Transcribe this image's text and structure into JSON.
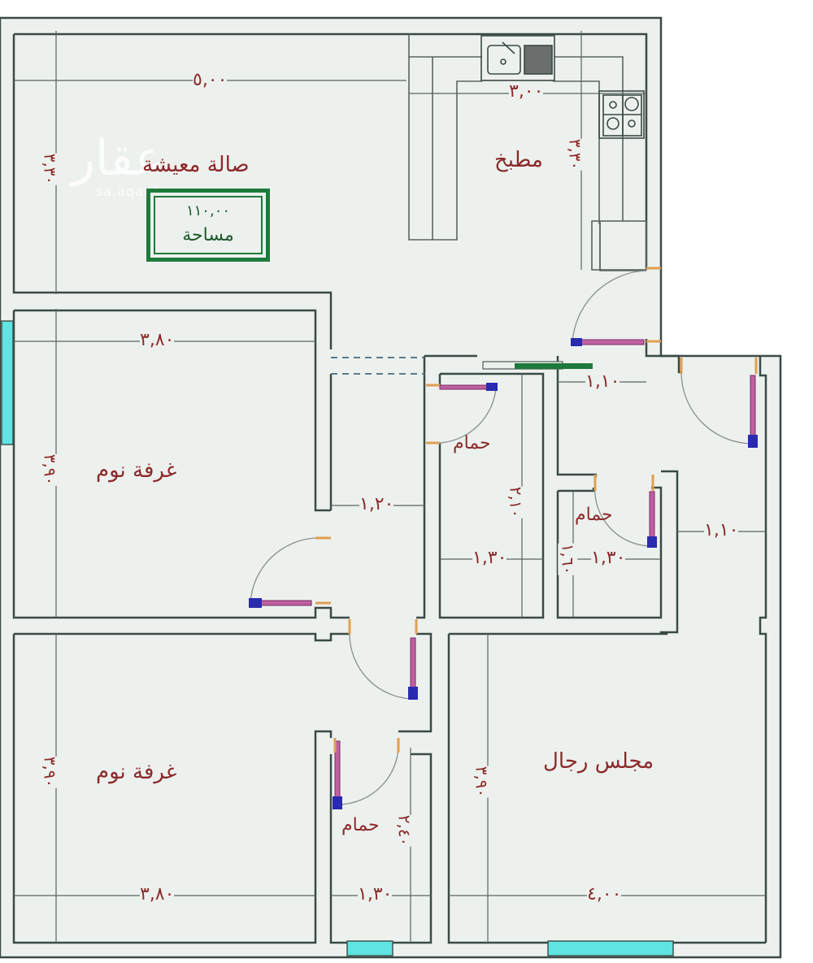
{
  "plan": {
    "background": "#edf1ee",
    "wall_color": "#3a4a45",
    "label_color": "#8b2a2a",
    "window_color": "#5fe3e3",
    "door_leaf_color": "#c060a0",
    "door_hinge_color": "#2a2ab0",
    "area_box_color": "#1e7a3a"
  },
  "watermark": {
    "logo_text": "عقار",
    "url": "sa.aqar.fm"
  },
  "area": {
    "value": "١١٠,٠٠",
    "label": "مساحة"
  },
  "rooms": [
    {
      "id": "living",
      "name": "صالة معيشة",
      "width": "٥,٠٠",
      "depth": "٣,٣٠"
    },
    {
      "id": "kitchen",
      "name": "مطبخ",
      "width": "٣,٠٠",
      "depth": "٣,٣٠"
    },
    {
      "id": "bedroom1",
      "name": "غرفة نوم",
      "width": "٣,٨٠",
      "depth": "٣,٩٠"
    },
    {
      "id": "corridor",
      "width": "١,٢٠"
    },
    {
      "id": "bath1",
      "name": "حمام",
      "width": "١,٣٠",
      "depth": "٢,١٠"
    },
    {
      "id": "entry",
      "width": "١,١٠"
    },
    {
      "id": "bath2",
      "name": "حمام",
      "width": "١,٣٠",
      "depth": "١,٦٠"
    },
    {
      "id": "entry_side",
      "width": "١,١٠"
    },
    {
      "id": "bedroom2",
      "name": "غرفة نوم",
      "width": "٣,٨٠",
      "depth": "٣,٩٠"
    },
    {
      "id": "bath3",
      "name": "حمام",
      "width": "١,٣٠",
      "depth": "٢,٤٠"
    },
    {
      "id": "majlis",
      "name": "مجلس رجال",
      "width": "٤,٠٠",
      "depth": "٣,٩٠"
    }
  ]
}
